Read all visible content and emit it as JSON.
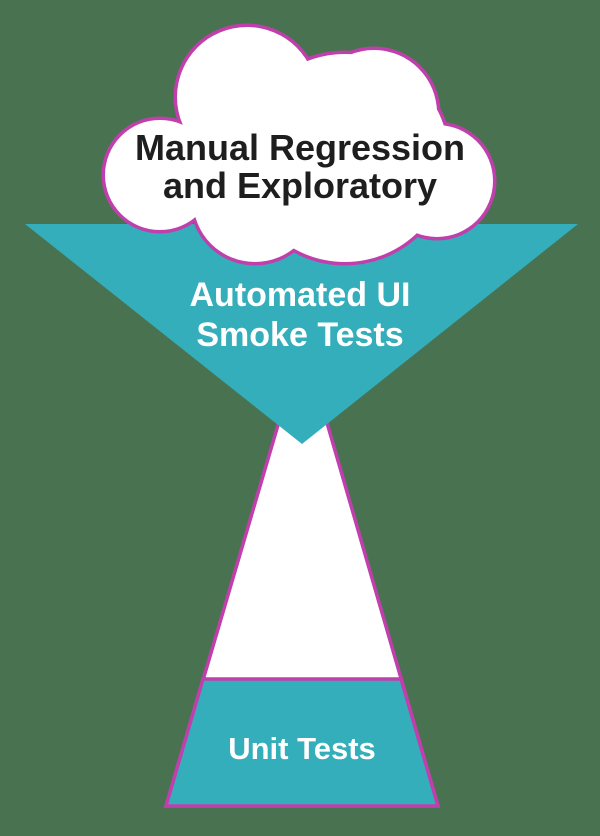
{
  "diagram": {
    "type": "test-automation-funnel",
    "layers": [
      {
        "shape": "cloud",
        "label": "Manual Regression and Exploratory"
      },
      {
        "shape": "inverted-triangle",
        "label": "Automated UI Smoke Tests"
      },
      {
        "shape": "funnel-base",
        "label": "Unit Tests"
      }
    ]
  },
  "labels": {
    "cloud_line1": "Manual Regression",
    "cloud_line2": "and Exploratory",
    "triangle_line1": "Automated UI",
    "triangle_line2": "Smoke Tests",
    "funnel_label": "Unit Tests"
  },
  "colors": {
    "background": "#497350",
    "teal": "#34aeba",
    "border": "#c13fad",
    "white": "#ffffff",
    "dark_text": "#1e1e1e"
  }
}
